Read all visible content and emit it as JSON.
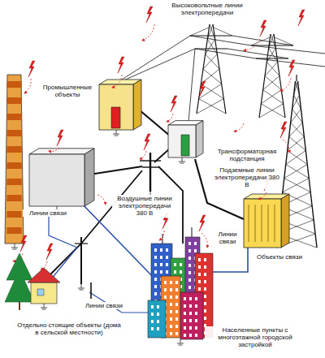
{
  "diagram": {
    "labels": [
      "Высоковольтные линии электропередачи",
      "Промышленные объекты",
      "Трансформаторная подстанция",
      "Подземные линии электропередачи 380 В",
      "Линии связи",
      "Воздушные линии электропередачи 380 В",
      "Объекты связи",
      "Линии связи",
      "Линии связи",
      "Отдельно стоящие объекты (дома в сельской местности)",
      "Населенные пункты с многоэтажной городской застройкой"
    ]
  }
}
